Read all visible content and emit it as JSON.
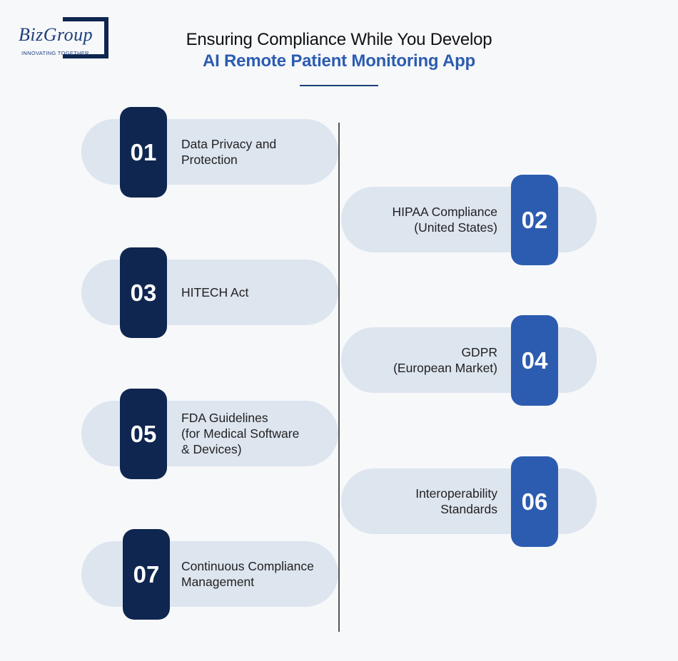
{
  "brand": {
    "logo_text": "BizGroup",
    "tagline": "INNOVATING TOGETHER"
  },
  "title": {
    "line1": "Ensuring Compliance While You Develop",
    "line2": "AI Remote Patient Monitoring App"
  },
  "colors": {
    "dark_badge": "#0f2650",
    "blue_badge": "#2c5cb0",
    "card": "#dde5ef",
    "accent_title": "#2c5cb0"
  },
  "items": [
    {
      "number": "01",
      "label": "Data Privacy and\nProtection",
      "side": "left"
    },
    {
      "number": "02",
      "label": "HIPAA Compliance\n(United States)",
      "side": "right"
    },
    {
      "number": "03",
      "label": "HITECH Act",
      "side": "left"
    },
    {
      "number": "04",
      "label": "GDPR\n(European Market)",
      "side": "right"
    },
    {
      "number": "05",
      "label": "FDA Guidelines\n(for Medical Software\n& Devices)",
      "side": "left"
    },
    {
      "number": "06",
      "label": "Interoperability\nStandards",
      "side": "right"
    },
    {
      "number": "07",
      "label": "Continuous Compliance\nManagement",
      "side": "left"
    }
  ]
}
